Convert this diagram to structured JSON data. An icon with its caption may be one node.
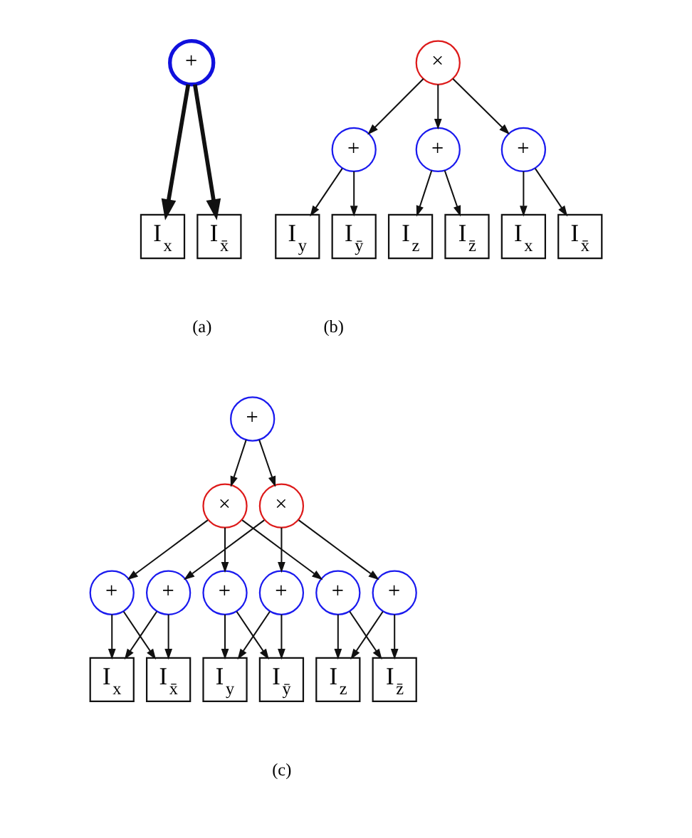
{
  "diagram": {
    "nodes": [
      {
        "text": [
          "+"
        ]
      },
      {
        "text": [
          "I$_{x}$"
        ]
      },
      {
        "text": [
          "I$_{x̄}$"
        ]
      },
      {
        "text": [
          "×"
        ]
      },
      {
        "text": [
          "+"
        ]
      },
      {
        "text": [
          "+"
        ]
      },
      {
        "text": [
          "+"
        ]
      },
      {
        "text": [
          "I$_{x}$"
        ]
      },
      {
        "text": [
          "I$_{x̄}$"
        ]
      },
      {
        "text": [
          "I$_{y}$"
        ]
      },
      {
        "text": [
          "I$_{ȳ}$"
        ]
      },
      {
        "text": [
          "I$_{z}$"
        ]
      },
      {
        "text": [
          "I$_{z̄}$"
        ]
      },
      {
        "text": [
          "+"
        ]
      },
      {
        "text": [
          "×"
        ]
      },
      {
        "text": [
          "×"
        ]
      },
      {
        "text": [
          "+"
        ]
      },
      {
        "text": [
          "+"
        ]
      },
      {
        "text": [
          "+"
        ]
      },
      {
        "text": [
          "+"
        ]
      },
      {
        "text": [
          "+"
        ]
      },
      {
        "text": [
          "+"
        ]
      },
      {
        "text": [
          "I$_{x}$"
        ]
      },
      {
        "text": [
          "I$_{x̄}$"
        ]
      },
      {
        "text": [
          "I$_{y}$"
        ]
      },
      {
        "text": [
          "I$_{ȳ}$"
        ]
      },
      {
        "text": [
          "I$_{z}$"
        ]
      },
      {
        "text": [
          "I$_{z̄}$"
        ]
      }
    ],
    "edges": [
      {
        "from": 0,
        "to": 1,
        "arrow": "to",
        "style": "thick"
      },
      {
        "from": 0,
        "to": 2,
        "arrow": "to",
        "style": "thick"
      },
      {
        "from": 3,
        "to": 4,
        "arrow": "to"
      },
      {
        "from": 3,
        "to": 5,
        "arrow": "to"
      },
      {
        "from": 3,
        "to": 6,
        "arrow": "to"
      },
      {
        "from": 4,
        "to": 7,
        "arrow": "to"
      },
      {
        "from": 4,
        "to": 8,
        "arrow": "to"
      },
      {
        "from": 5,
        "to": 9,
        "arrow": "to"
      },
      {
        "from": 5,
        "to": 10,
        "arrow": "to"
      },
      {
        "from": 6,
        "to": 11,
        "arrow": "to"
      },
      {
        "from": 6,
        "to": 12,
        "arrow": "to"
      },
      {
        "from": 13,
        "to": 14,
        "arrow": "to"
      },
      {
        "from": 13,
        "to": 15,
        "arrow": "to"
      },
      {
        "from": 14,
        "to": 16,
        "arrow": "to"
      },
      {
        "from": 14,
        "to": 18,
        "arrow": "to"
      },
      {
        "from": 14,
        "to": 20,
        "arrow": "to"
      },
      {
        "from": 15,
        "to": 17,
        "arrow": "to"
      },
      {
        "from": 15,
        "to": 19,
        "arrow": "to"
      },
      {
        "from": 15,
        "to": 21,
        "arrow": "to"
      },
      {
        "from": 16,
        "to": 22,
        "arrow": "to"
      },
      {
        "from": 16,
        "to": 23,
        "arrow": "to"
      },
      {
        "from": 17,
        "to": 22,
        "arrow": "to"
      },
      {
        "from": 17,
        "to": 23,
        "arrow": "to"
      },
      {
        "from": 18,
        "to": 24,
        "arrow": "to"
      },
      {
        "from": 18,
        "to": 25,
        "arrow": "to"
      },
      {
        "from": 19,
        "to": 24,
        "arrow": "to"
      },
      {
        "from": 19,
        "to": 25,
        "arrow": "to"
      },
      {
        "from": 20,
        "to": 26,
        "arrow": "to"
      },
      {
        "from": 20,
        "to": 27,
        "arrow": "to"
      },
      {
        "from": 21,
        "to": 26,
        "arrow": "to"
      },
      {
        "from": 21,
        "to": 27,
        "arrow": "to"
      }
    ],
    "labels": [
      "(a)",
      "(b)",
      "(c)"
    ]
  }
}
